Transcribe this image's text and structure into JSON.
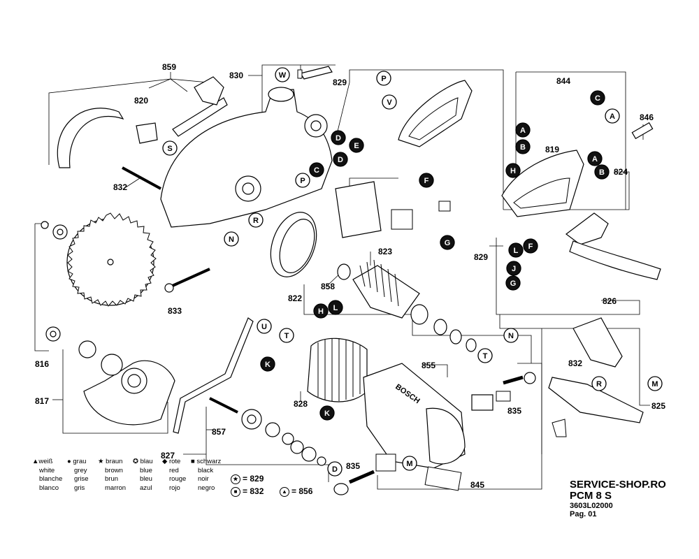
{
  "part_numbers": [
    "859",
    "830",
    "829",
    "820",
    "844",
    "846",
    "832",
    "819",
    "824",
    "823",
    "858",
    "822",
    "833",
    "816",
    "817",
    "855",
    "828",
    "857",
    "835",
    "827",
    "845",
    "826",
    "825"
  ],
  "letters": [
    "W",
    "S",
    "P",
    "V",
    "E",
    "D",
    "C",
    "A",
    "B",
    "H",
    "F",
    "G",
    "R",
    "N",
    "L",
    "J",
    "T",
    "K",
    "U",
    "M",
    "D",
    "C"
  ],
  "legend": {
    "colors": [
      {
        "symbol": "▲",
        "de": "weiß",
        "en": "white",
        "fr": "blanche",
        "es": "blanco"
      },
      {
        "symbol": "●",
        "de": "grau",
        "en": "grey",
        "fr": "grise",
        "es": "gris"
      },
      {
        "symbol": "★",
        "de": "braun",
        "en": "brown",
        "fr": "brun",
        "es": "marron"
      },
      {
        "symbol": "✪",
        "de": "blau",
        "en": "blue",
        "fr": "bleu",
        "es": "azul"
      },
      {
        "symbol": "◆",
        "de": "rote",
        "en": "red",
        "fr": "rouge",
        "es": "rojo"
      },
      {
        "symbol": "■",
        "de": "schwarz",
        "en": "black",
        "fr": "noir",
        "es": "negro"
      }
    ],
    "refs": [
      {
        "icon": "★",
        "value": "= 829"
      },
      {
        "icon": "■",
        "value": "= 832"
      },
      {
        "icon": "▲",
        "value": "= 856"
      }
    ]
  },
  "footer": {
    "brand": "SERVICE-SHOP.RO",
    "model": "PCM 8 S",
    "code": "3603L02000",
    "page": "Pag. 01"
  },
  "housing_label": "BOSCH"
}
